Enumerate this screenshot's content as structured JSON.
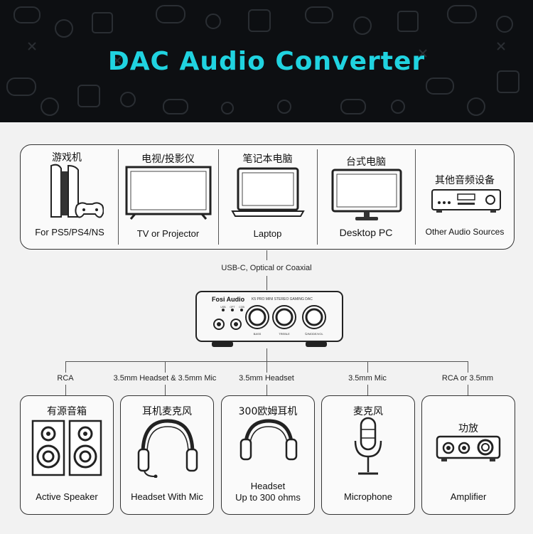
{
  "title": "DAC Audio Converter",
  "sources": [
    {
      "cn": "游戏机",
      "en": "For PS5/PS4/NS",
      "icon": "game-console-icon"
    },
    {
      "cn": "电视/投影仪",
      "en": "TV or Projector",
      "icon": "tv-icon"
    },
    {
      "cn": "笔记本电脑",
      "en": "Laptop",
      "icon": "laptop-icon"
    },
    {
      "cn": "台式电脑",
      "en": "Desktop PC",
      "icon": "desktop-pc-icon"
    },
    {
      "cn": "其他音频设备",
      "en": "Other Audio Sources",
      "icon": "audio-source-icon"
    }
  ],
  "input_label": "USB-C, Optical or Coaxial",
  "device": {
    "brand": "Fosi Audio",
    "model": "K5 PRO MINI STEREO GAMING DAC",
    "inputs": [
      "USB",
      "OPT",
      "COB"
    ],
    "knobs": [
      "BASS",
      "TREBLE",
      "⏻/MODE/VOL"
    ]
  },
  "output_connections": [
    "RCA",
    "3.5mm Headset & 3.5mm Mic",
    "3.5mm Headset",
    "3.5mm Mic",
    "RCA or 3.5mm"
  ],
  "outputs": [
    {
      "cn": "有源音箱",
      "en": "Active Speaker",
      "icon": "speaker-icon"
    },
    {
      "cn": "耳机麦克风",
      "en": "Headset With Mic",
      "icon": "headset-mic-icon"
    },
    {
      "cn": "300欧姆耳机",
      "en": "Headset",
      "en2": "Up to 300 ohms",
      "icon": "headphones-icon"
    },
    {
      "cn": "麦克风",
      "en": "Microphone",
      "icon": "microphone-icon"
    },
    {
      "cn": "功放",
      "en": "Amplifier",
      "icon": "amplifier-icon"
    }
  ]
}
